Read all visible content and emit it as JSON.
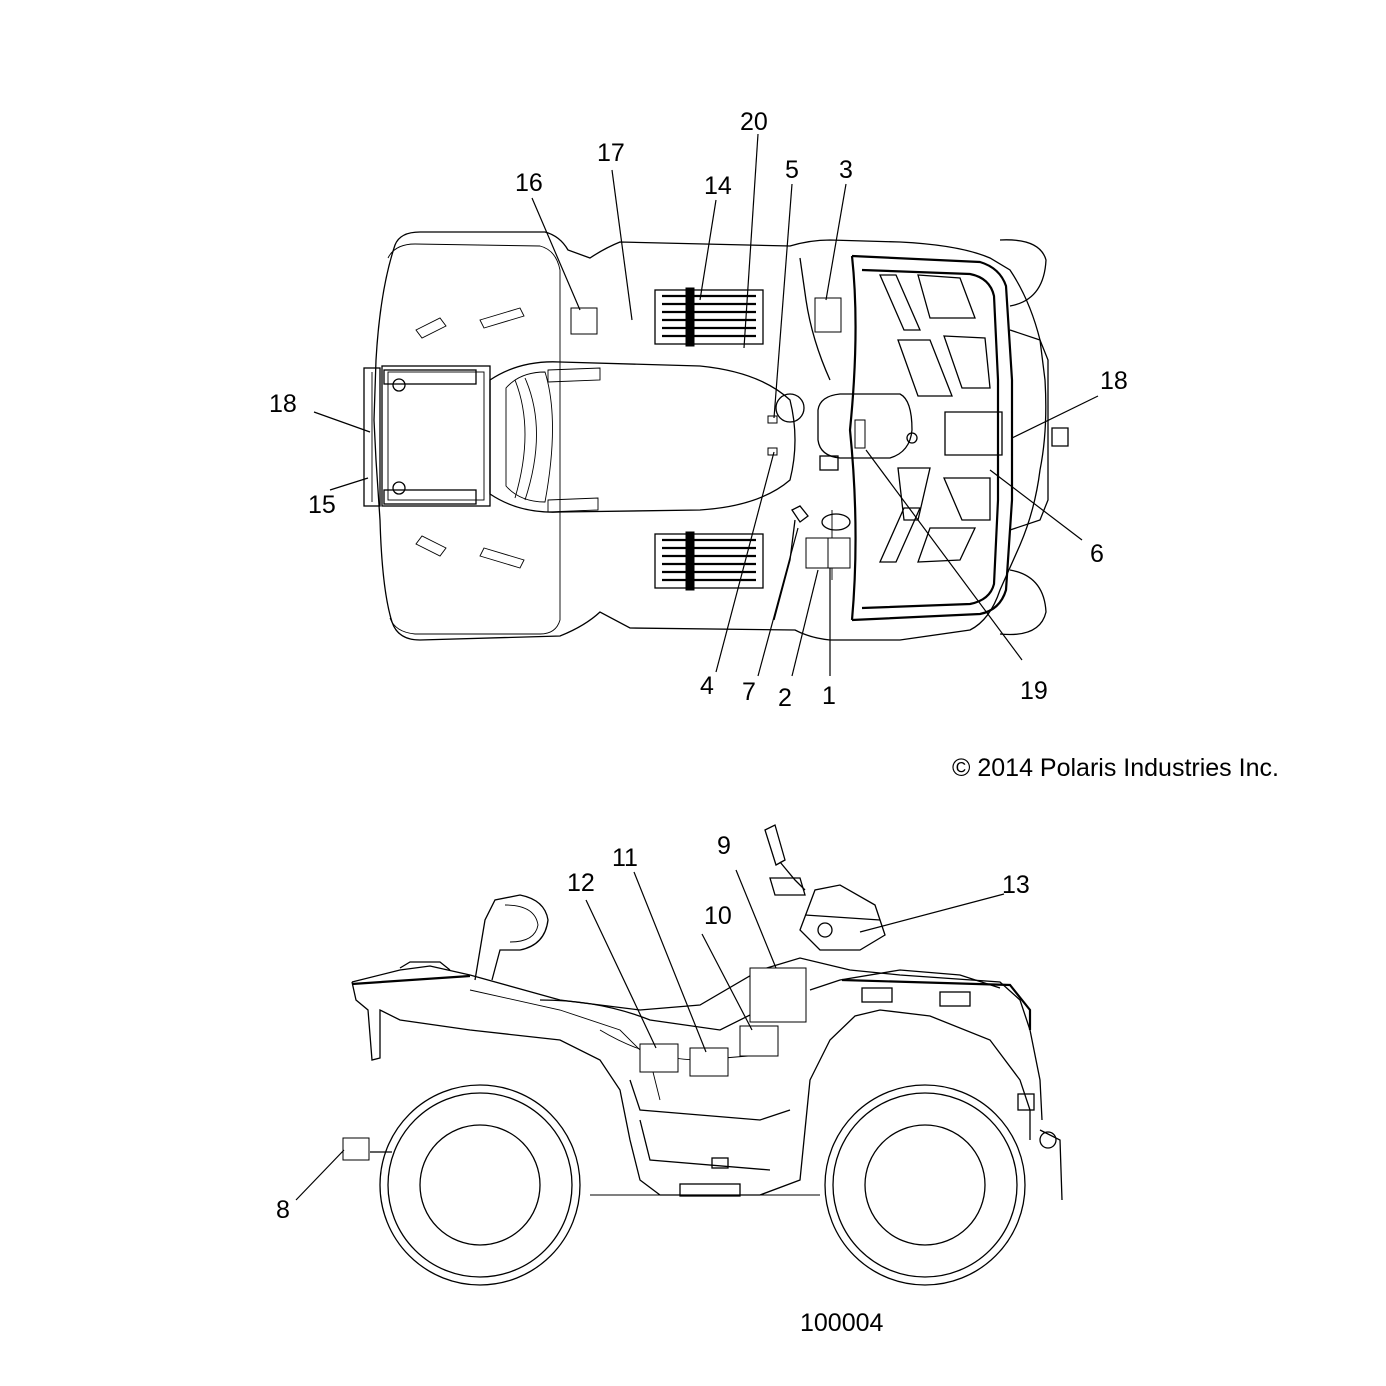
{
  "copyright": "© 2014 Polaris Industries Inc.",
  "figure_number": "100004",
  "callouts": [
    "1",
    "2",
    "3",
    "4",
    "5",
    "6",
    "7",
    "8",
    "9",
    "10",
    "11",
    "12",
    "13",
    "14",
    "15",
    "16",
    "17",
    "18",
    "19",
    "20"
  ]
}
